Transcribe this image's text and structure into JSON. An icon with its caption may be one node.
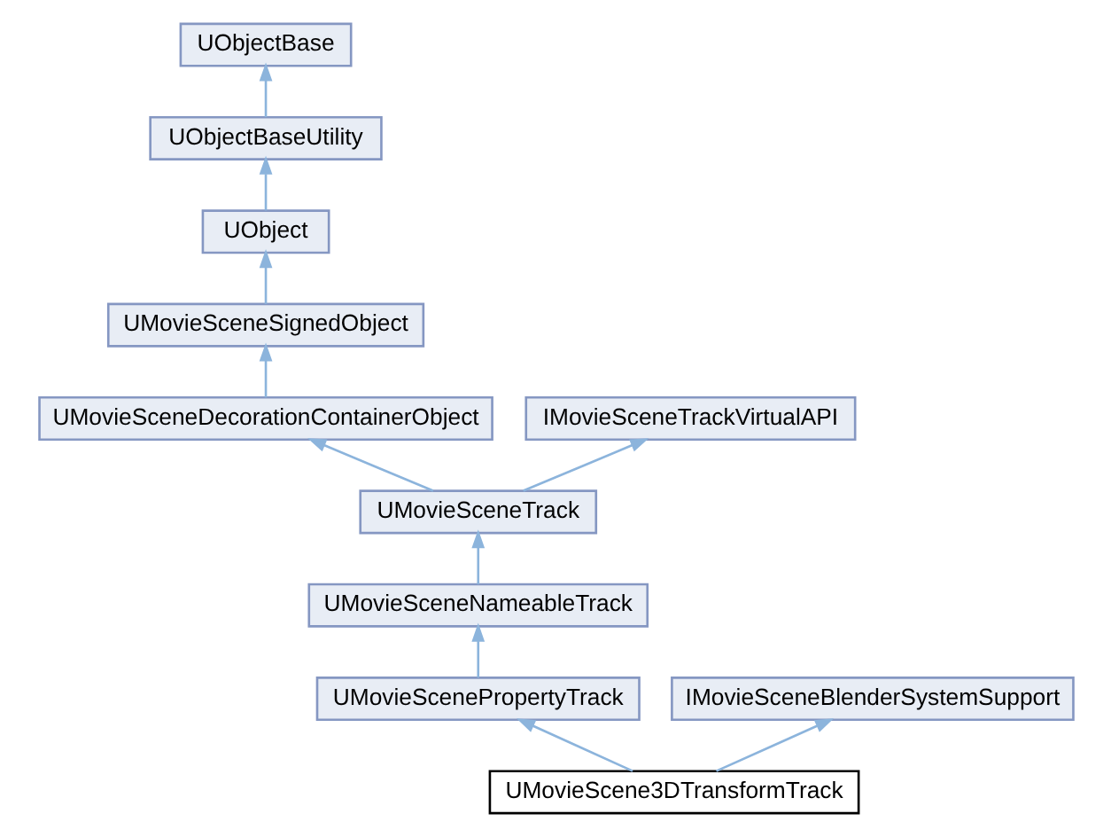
{
  "diagram": {
    "nodes": [
      {
        "text": [
          "UObjectBase"
        ]
      },
      {
        "text": [
          "UObjectBaseUtility"
        ]
      },
      {
        "text": [
          "UObject"
        ]
      },
      {
        "text": [
          "UMovieSceneSignedObject"
        ]
      },
      {
        "text": [
          "UMovieSceneDecorationContainerObject"
        ]
      },
      {
        "text": [
          "IMovieSceneTrackVirtualAPI"
        ]
      },
      {
        "text": [
          "UMovieSceneTrack"
        ]
      },
      {
        "text": [
          "UMovieSceneNameableTrack"
        ]
      },
      {
        "text": [
          "UMovieScenePropertyTrack"
        ]
      },
      {
        "text": [
          "IMovieSceneBlenderSystemSupport"
        ]
      },
      {
        "text": [
          "UMovieScene3DTransformTrack"
        ]
      }
    ],
    "edges": [
      {
        "from": 1,
        "to": 0,
        "arrow": "to"
      },
      {
        "from": 2,
        "to": 1,
        "arrow": "to"
      },
      {
        "from": 3,
        "to": 2,
        "arrow": "to"
      },
      {
        "from": 4,
        "to": 3,
        "arrow": "to"
      },
      {
        "from": 6,
        "to": 4,
        "arrow": "to"
      },
      {
        "from": 6,
        "to": 5,
        "arrow": "to"
      },
      {
        "from": 7,
        "to": 6,
        "arrow": "to"
      },
      {
        "from": 8,
        "to": 7,
        "arrow": "to"
      },
      {
        "from": 10,
        "to": 8,
        "arrow": "to"
      },
      {
        "from": 10,
        "to": 9,
        "arrow": "to"
      }
    ]
  }
}
